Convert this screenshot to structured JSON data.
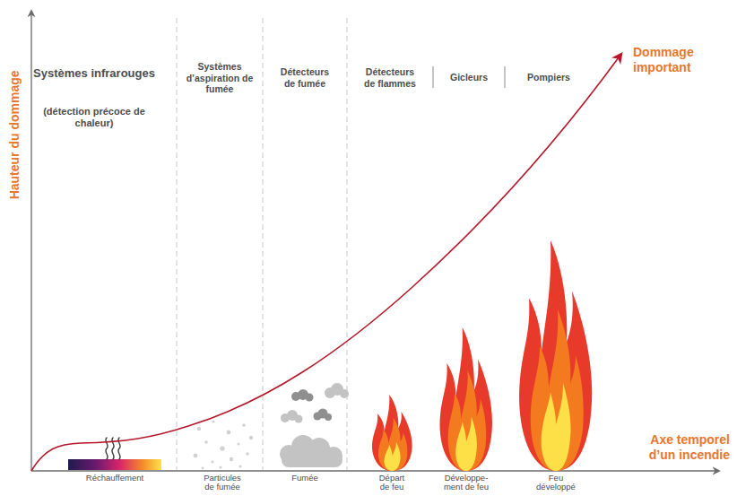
{
  "diagram": {
    "labels": [
      "Hauteur du dommage",
      "Systèmes infrarouges",
      "(détection précoce de chaleur)",
      "Systèmes d’aspiration de fumée",
      "Détecteurs de fumée",
      "Détecteurs de flammes",
      "Gicleurs",
      "Pompiers",
      "Dommage important",
      "Réchauffement",
      "Particules de fumée",
      "Fumée",
      "Départ de feu",
      "Développe- ment de feu",
      "Feu développé",
      "Axe temporel d’un incendie"
    ]
  }
}
